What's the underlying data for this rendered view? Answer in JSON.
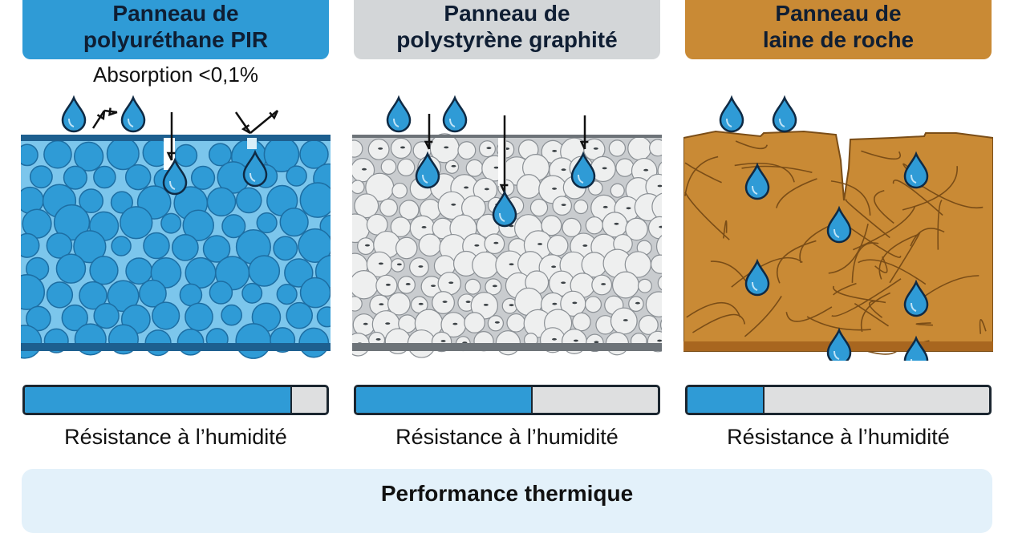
{
  "panels": [
    {
      "title_line1": "Panneau de",
      "title_line2": "polyuréthane PIR",
      "note": "Absorption <0,1%",
      "resistance_label": "Résistance à l’humidité",
      "resistance_level": 0.88,
      "header_color": "#2f9bd6"
    },
    {
      "title_line1": "Panneau de",
      "title_line2": "polystyrène graphité",
      "resistance_label": "Résistance à l’humidité",
      "resistance_level": 0.58,
      "header_color": "#d3d6d8"
    },
    {
      "title_line1": "Panneau de",
      "title_line2": "laine de roche",
      "resistance_label": "Résistance à l’humidité",
      "resistance_level": 0.25,
      "header_color": "#c98a35"
    }
  ],
  "footer": {
    "title": "Performance thermique",
    "color": "#e3f1fa"
  },
  "colors": {
    "water": "#2f9bd6",
    "foam": "#5db6e5",
    "eps": "#c9cccf",
    "wool": "#c98a35"
  }
}
